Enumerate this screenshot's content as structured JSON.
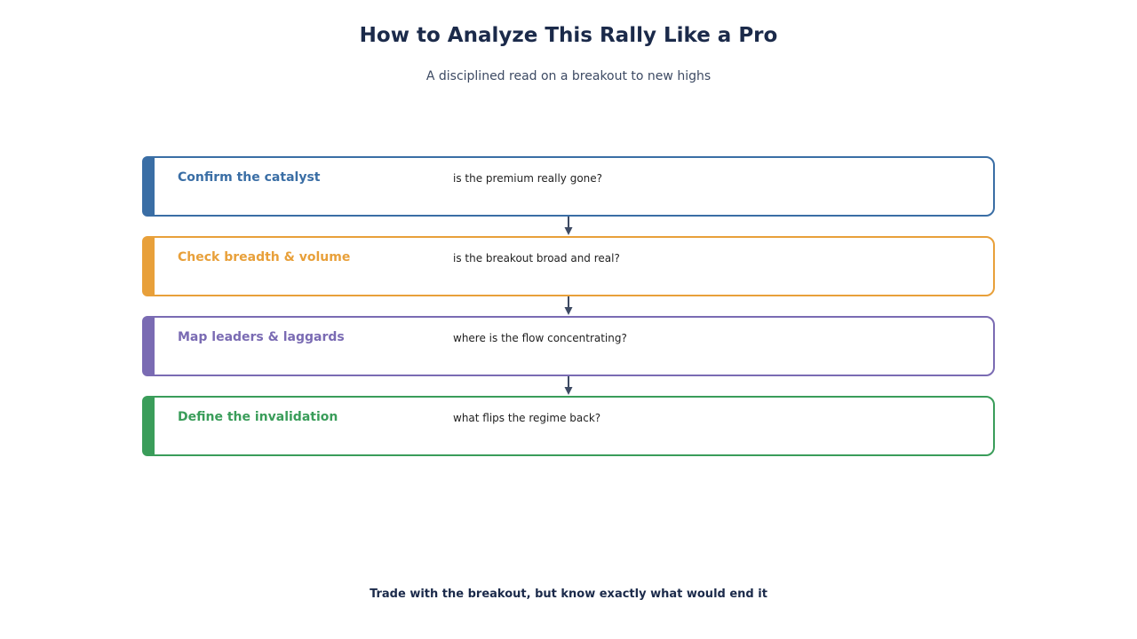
{
  "header": {
    "title": "How to Analyze This Rally Like a Pro",
    "subtitle": "A disciplined read on a breakout to new highs"
  },
  "steps": [
    {
      "title": "Confirm the catalyst",
      "question": "is the premium really gone?",
      "color": "#3a6ea5"
    },
    {
      "title": "Check breadth & volume",
      "question": "is the breakout broad and real?",
      "color": "#e8a03a"
    },
    {
      "title": "Map leaders & laggards",
      "question": "where is the flow concentrating?",
      "color": "#7a6bb3"
    },
    {
      "title": "Define the invalidation",
      "question": "what flips the regime back?",
      "color": "#3a9d5a"
    }
  ],
  "arrow_color": "#3d4a63",
  "footer": {
    "text": "Trade with the breakout, but know exactly what would end it"
  }
}
